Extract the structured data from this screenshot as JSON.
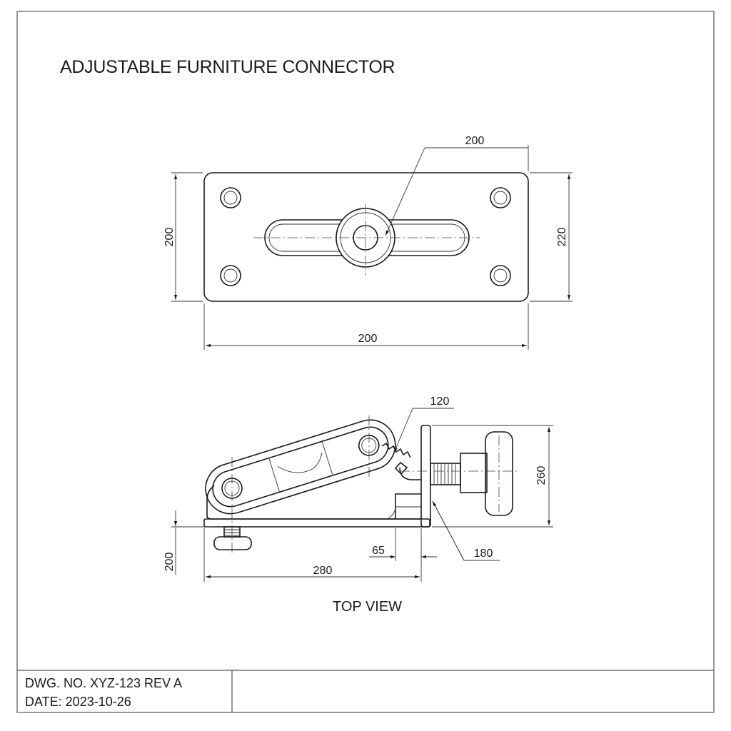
{
  "title": "ADJUSTABLE FURNITURE CONNECTOR",
  "plan_view": {
    "dims": {
      "top": "200",
      "left": "200",
      "right": "220",
      "bottom": "200"
    }
  },
  "side_view": {
    "label": "TOP VIEW",
    "dims": {
      "leader_top": "120",
      "height_right": "260",
      "leader_right": "180",
      "offset": "65",
      "length": "280",
      "height_left": "200"
    }
  },
  "title_block": {
    "drawing_number": "DWG. NO. XYZ-123 REV A",
    "date": "DATE: 2023-10-26"
  }
}
